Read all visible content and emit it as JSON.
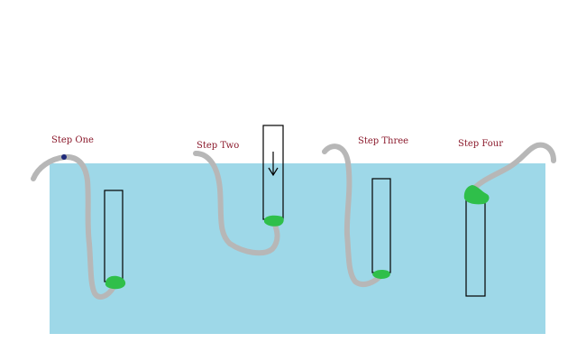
{
  "colors": {
    "background": "#ffffff",
    "water": "#9ed8e8",
    "string": "#b7b7b7",
    "blob": "#2fbf4a",
    "tube_outline": "#000000",
    "label": "#8b1a2c",
    "anchor_dot": "#1f2a7a"
  },
  "steps": [
    {
      "label": "Step One"
    },
    {
      "label": "Step Two"
    },
    {
      "label": "Step Three"
    },
    {
      "label": "Step Four"
    }
  ],
  "icons": {
    "pin": "anchor-dot-icon",
    "arrow": "down-arrow-icon"
  }
}
